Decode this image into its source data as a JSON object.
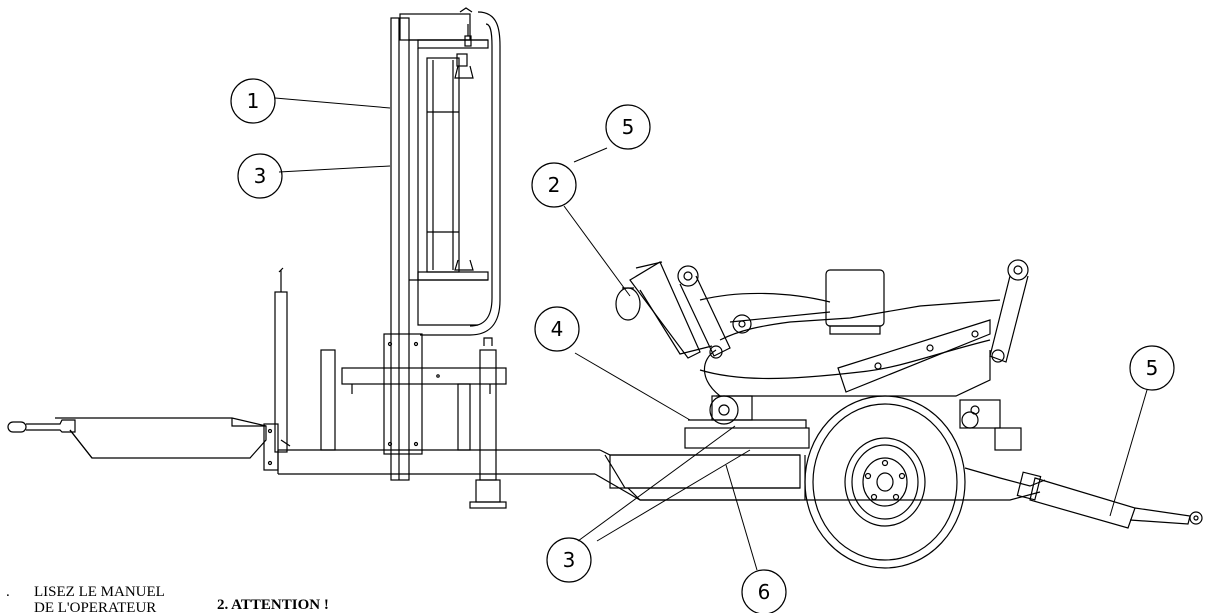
{
  "callouts": [
    {
      "id": "c1a",
      "label": "1"
    },
    {
      "id": "c3a",
      "label": "3"
    },
    {
      "id": "c5a",
      "label": "5"
    },
    {
      "id": "c2a",
      "label": "2"
    },
    {
      "id": "c4a",
      "label": "4"
    },
    {
      "id": "c5b",
      "label": "5"
    },
    {
      "id": "c3b",
      "label": "3"
    },
    {
      "id": "c6a",
      "label": "6"
    }
  ],
  "notes": {
    "note1_bullet": ".",
    "note1_line1": "LISEZ LE MANUEL",
    "note1_line2": "DE L'OPERATEUR",
    "note2": "2. ATTENTION !"
  }
}
